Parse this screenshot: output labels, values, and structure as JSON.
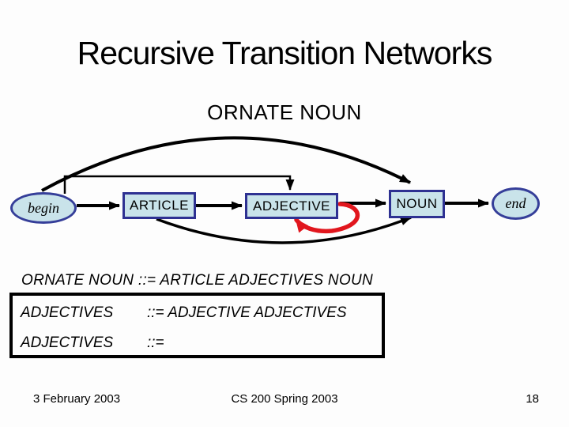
{
  "slide": {
    "title": "Recursive Transition Networks",
    "subtitle": "ORNATE NOUN"
  },
  "diagram": {
    "nodes": [
      {
        "id": "begin",
        "label": "begin",
        "shape": "ellipse"
      },
      {
        "id": "article",
        "label": "ARTICLE",
        "shape": "rect"
      },
      {
        "id": "adjective",
        "label": "ADJECTIVE",
        "shape": "rect"
      },
      {
        "id": "noun",
        "label": "NOUN",
        "shape": "rect"
      },
      {
        "id": "end",
        "label": "end",
        "shape": "ellipse"
      }
    ],
    "edges": [
      {
        "from": "begin",
        "to": "ARTICLE",
        "style": "straight-arrow"
      },
      {
        "from": "ARTICLE",
        "to": "ADJECTIVE",
        "style": "straight-arrow"
      },
      {
        "from": "ADJECTIVE",
        "to": "NOUN",
        "style": "straight-arrow"
      },
      {
        "from": "NOUN",
        "to": "end",
        "style": "straight-arrow"
      },
      {
        "from": "begin",
        "to": "ADJECTIVE",
        "style": "rectangular-bypass-over-article"
      },
      {
        "from": "begin",
        "to": "NOUN",
        "style": "large-top-arc-bypass"
      },
      {
        "from": "ARTICLE",
        "to": "NOUN",
        "style": "bottom-arc-bypass-under-adjective"
      },
      {
        "from": "ADJECTIVE",
        "to": "ADJECTIVE",
        "style": "red-self-loop"
      }
    ],
    "colors": {
      "node_fill": "#c9e3ea",
      "rect_border": "#2e3192",
      "ellipse_border": "#353e99",
      "arrow": "#000000",
      "self_loop_arrow": "#e1161d"
    }
  },
  "grammar": {
    "intro_rule": "ORNATE NOUN ::= ARTICLE ADJECTIVES NOUN",
    "rules": [
      {
        "lhs": "ADJECTIVES",
        "rhs": "::= ADJECTIVE ADJECTIVES"
      },
      {
        "lhs": "ADJECTIVES",
        "rhs": "::="
      }
    ]
  },
  "footer": {
    "date": "3 February 2003",
    "course": "CS 200 Spring 2003",
    "page": "18"
  }
}
